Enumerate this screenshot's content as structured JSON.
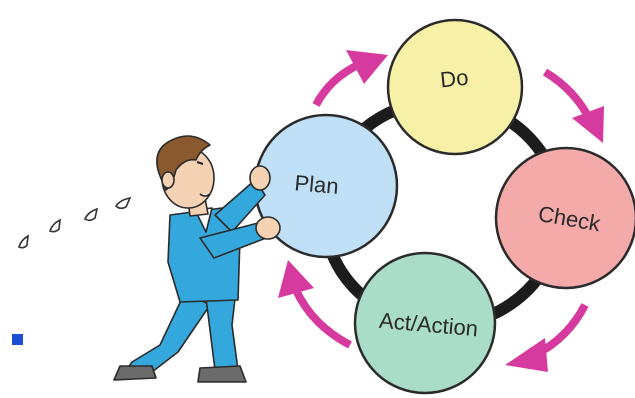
{
  "diagram": {
    "type": "cycle",
    "nodes": [
      {
        "id": "plan",
        "label": "Plan",
        "color": "#bfe0f7"
      },
      {
        "id": "do",
        "label": "Do",
        "color": "#f6f1a6"
      },
      {
        "id": "check",
        "label": "Check",
        "color": "#f4aaa8"
      },
      {
        "id": "act",
        "label": "Act/Action",
        "color": "#a9dcc9"
      }
    ],
    "arrow_color": "#d63a9e",
    "ring_color": "#1c1c1c",
    "outline_color": "#2b2b2b"
  },
  "illustration": {
    "subject": "person pushing the Plan circle",
    "suit_color": "#34a8dc",
    "hair_color": "#8a5a2e",
    "skin_color": "#f5d2b4"
  },
  "marker_color": "#1a4fd6"
}
